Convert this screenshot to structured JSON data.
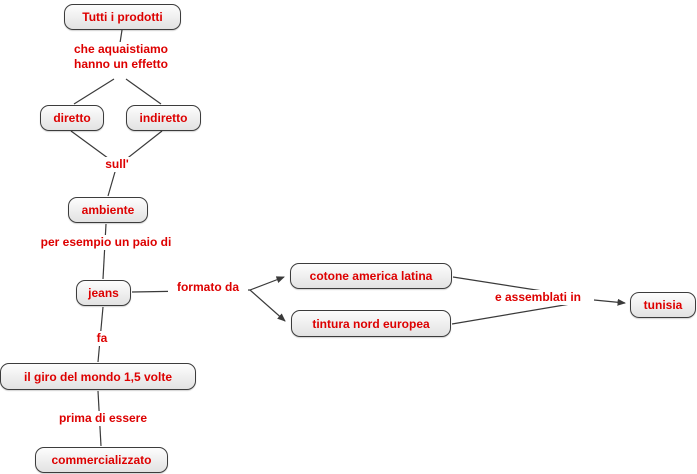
{
  "colors": {
    "text": "#dd0000",
    "node_border": "#3c3c3c",
    "node_background": "#eeeeee",
    "connector": "#3a3a3a",
    "canvas_background": "#ffffff"
  },
  "concepts": {
    "tutti": "Tutti i prodotti",
    "diretto": "diretto",
    "indiretto": "indiretto",
    "ambiente": "ambiente",
    "jeans": "jeans",
    "cotone": "cotone america latina",
    "tintura": "tintura nord europea",
    "tunisia": "tunisia",
    "giro": "il giro del mondo 1,5 volte",
    "commercializzato": "commercializzato"
  },
  "linking_phrases": {
    "effetto": "che aquaistiamo\nhanno un effetto",
    "sull": "sull'",
    "esempio": "per esempio un paio di",
    "formato_da": "formato da",
    "assemblati": "e assemblati in",
    "fa": "fa",
    "prima": "prima di essere"
  }
}
